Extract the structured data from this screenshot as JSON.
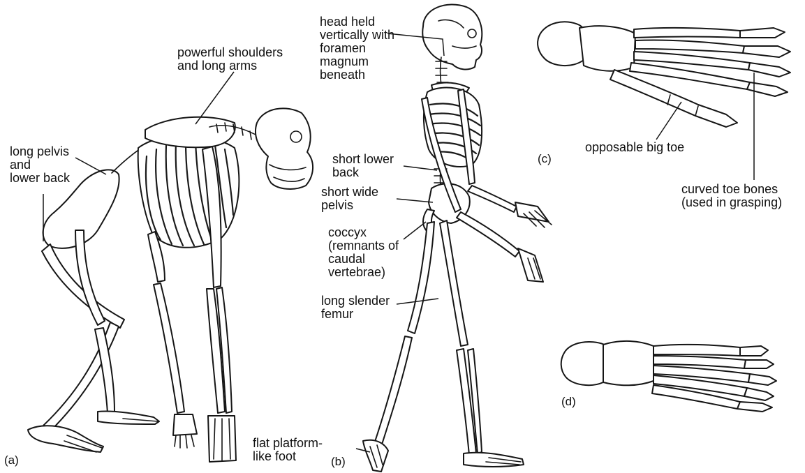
{
  "labels": {
    "shoulders": "powerful shoulders\nand long arms",
    "pelvis_long": "long pelvis\nand\nlower back",
    "head": "head held\nvertically with\nforamen\nmagnum\nbeneath",
    "short_back": "short lower\nback",
    "short_pelvis": "short wide\npelvis",
    "coccyx": "coccyx\n(remnants of\ncaudal\nvertebrae)",
    "femur": "long slender\nfemur",
    "flat_foot": "flat platform-\nlike foot",
    "big_toe": "opposable big toe",
    "curved_toes": "curved toe bones\n(used in grasping)"
  },
  "panels": {
    "a": "(a)",
    "b": "(b)",
    "c": "(c)",
    "d": "(d)"
  }
}
